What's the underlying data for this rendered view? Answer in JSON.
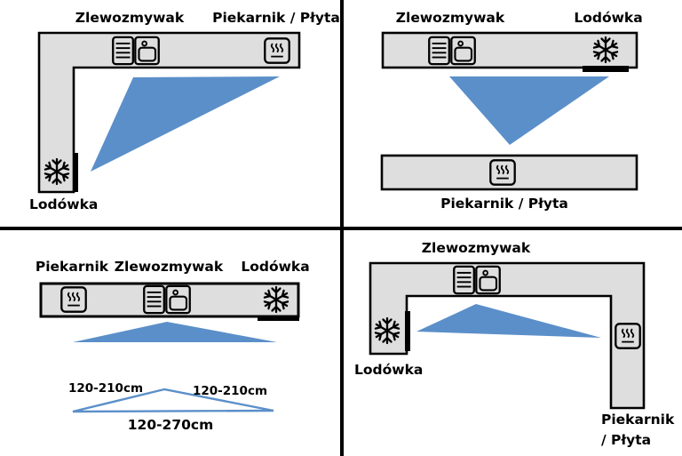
{
  "colors": {
    "triangle_blue": "#5b8fc9",
    "counter_gray": "#dedede",
    "outline_black": "#000000"
  },
  "q1": {
    "layout": "l-shaped-kitchen",
    "sink": "Zlewozmywak",
    "oven_hob": "Piekarnik / Płyta",
    "fridge": "Lodówka"
  },
  "q2": {
    "layout": "galley-kitchen",
    "sink": "Zlewozmywak",
    "fridge": "Lodówka",
    "oven_hob": "Piekarnik / Płyta"
  },
  "q3": {
    "layout": "single-line-kitchen",
    "oven": "Piekarnik",
    "sink": "Zlewozmywak",
    "fridge": "Lodówka",
    "dim_left": "120-210cm",
    "dim_right": "120-210cm",
    "dim_bottom": "120-270cm"
  },
  "q4": {
    "layout": "l-shaped-kitchen-mirrored",
    "sink": "Zlewozmywak",
    "fridge": "Lodówka",
    "oven_line1": "Piekarnik",
    "oven_line2": "/ Płyta"
  }
}
